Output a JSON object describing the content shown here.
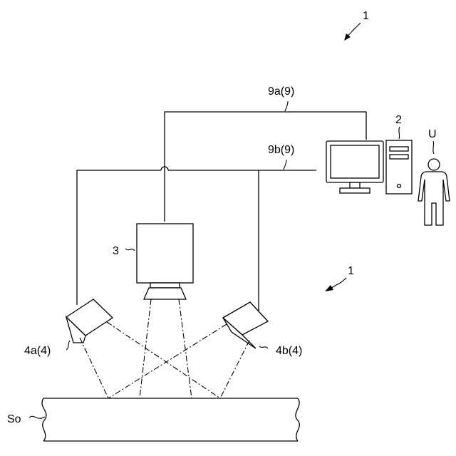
{
  "labels": {
    "system_top": "1",
    "system_mid": "1",
    "cable_a": "9a(9)",
    "cable_b": "9b(9)",
    "computer": "2",
    "user": "U",
    "camera": "3",
    "light_a": "4a(4)",
    "light_b": "4b(4)",
    "surface": "So"
  }
}
